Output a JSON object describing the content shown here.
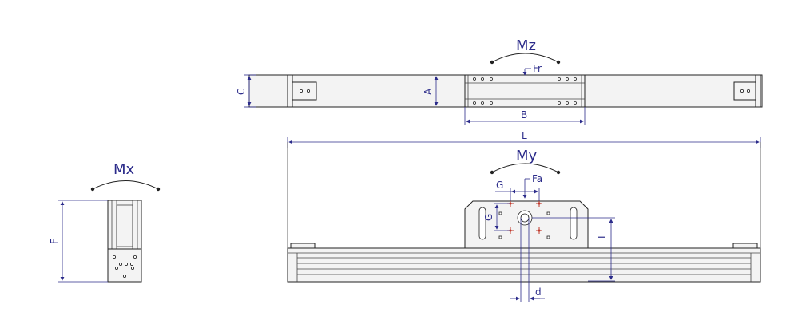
{
  "labels": {
    "mz": "Mz",
    "my": "My",
    "mx": "Mx",
    "fr": "Fr",
    "fa": "Fa",
    "a": "A",
    "b": "B",
    "c": "C",
    "l": "L",
    "g_horizontal": "G",
    "g_vertical": "G",
    "f": "F",
    "i": "I",
    "d": "d"
  },
  "colors": {
    "dimension": "#2b2b8a",
    "outline": "#222222",
    "marker": "#c0392b"
  }
}
